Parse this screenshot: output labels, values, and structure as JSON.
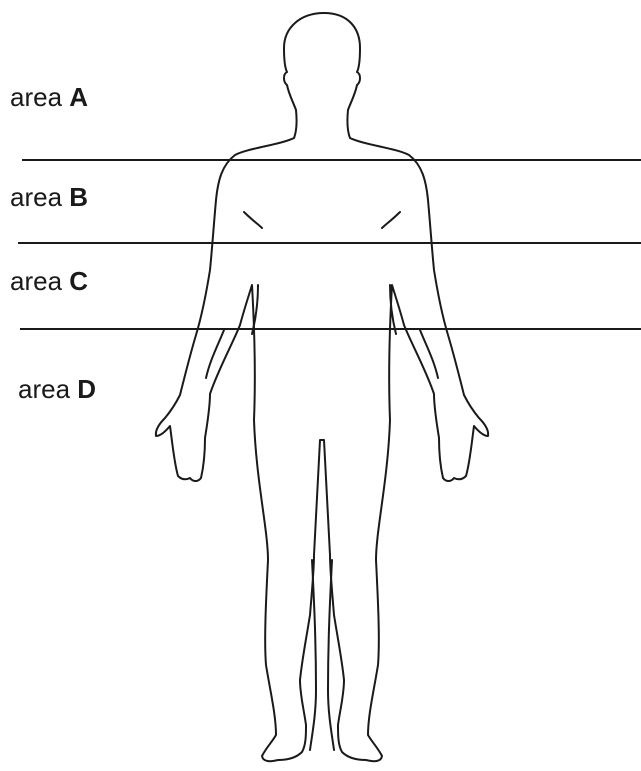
{
  "areas": [
    {
      "word": "area",
      "letter": "A"
    },
    {
      "word": "area",
      "letter": "B"
    },
    {
      "word": "area",
      "letter": "C"
    },
    {
      "word": "area",
      "letter": "D"
    }
  ],
  "colors": {
    "line": "#1a1a1a",
    "background": "#ffffff"
  }
}
